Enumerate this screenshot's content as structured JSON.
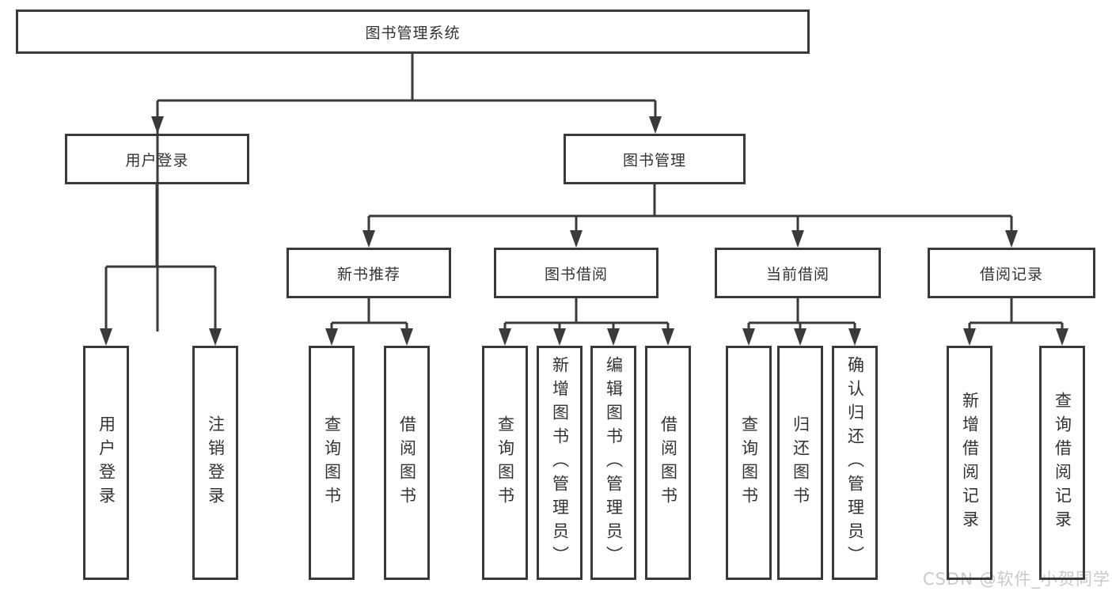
{
  "watermark": {
    "text": "CSDN @软件_小贺同学"
  },
  "colors": {
    "line": "#3a3a3a",
    "text": "#333333",
    "watermark": "#c9c9c9",
    "background": "#ffffff"
  },
  "root": {
    "label": "图书管理系统"
  },
  "branches": [
    {
      "label": "用户登录",
      "children": [
        {
          "label": "用户登录"
        },
        {
          "label": "注销登录"
        }
      ]
    },
    {
      "label": "图书管理",
      "children": [
        {
          "label": "新书推荐",
          "children": [
            {
              "label": "查询图书"
            },
            {
              "label": "借阅图书"
            }
          ]
        },
        {
          "label": "图书借阅",
          "children": [
            {
              "label": "查询图书"
            },
            {
              "label": "新增图书（管理员）"
            },
            {
              "label": "编辑图书（管理员）"
            },
            {
              "label": "借阅图书"
            }
          ]
        },
        {
          "label": "当前借阅",
          "children": [
            {
              "label": "查询图书"
            },
            {
              "label": "归还图书"
            },
            {
              "label": "确认归还（管理员）"
            }
          ]
        },
        {
          "label": "借阅记录",
          "children": [
            {
              "label": "新增借阅记录"
            },
            {
              "label": "查询借阅记录"
            }
          ]
        }
      ]
    }
  ]
}
